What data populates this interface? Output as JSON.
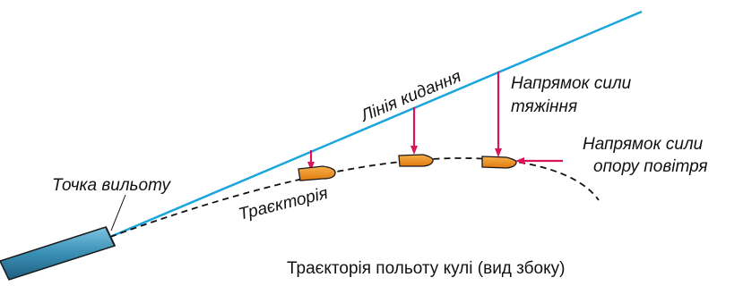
{
  "labels": {
    "exit_point": "Точка вильоту",
    "throw_line": "Лінія кидання",
    "gravity_line1": "Напрямок сили",
    "gravity_line2": "тяжіння",
    "air_line1": "Напрямок сили",
    "air_line2": "опору повітря",
    "trajectory": "Траєкторія"
  },
  "caption": "Траєкторія польоту кулі (вид збоку)",
  "colors": {
    "throw_line": "#1aa6dc",
    "arrows": "#d9145a",
    "bullets": "#f0901e",
    "barrel": "#3a8fb5",
    "trajectory": "#111111"
  }
}
